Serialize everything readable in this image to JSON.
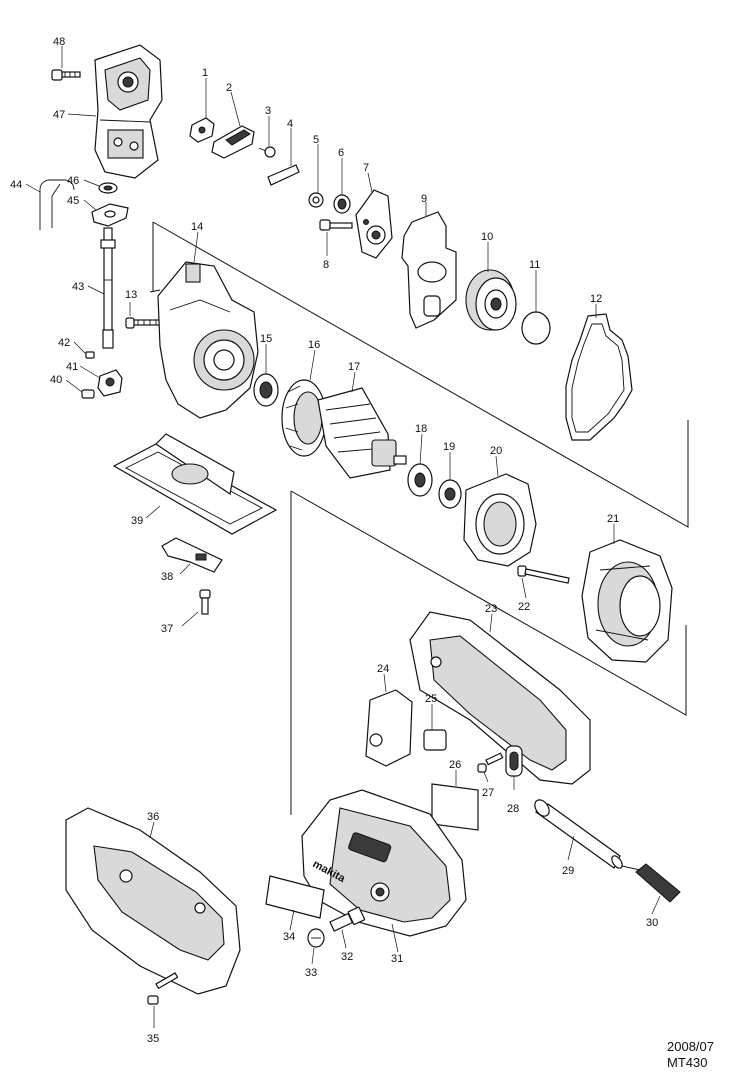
{
  "callouts": [
    "48",
    "47",
    "1",
    "2",
    "3",
    "4",
    "5",
    "6",
    "7",
    "8",
    "9",
    "10",
    "11",
    "12",
    "44",
    "46",
    "45",
    "14",
    "13",
    "43",
    "15",
    "16",
    "17",
    "42",
    "41",
    "40",
    "18",
    "19",
    "20",
    "21",
    "39",
    "38",
    "22",
    "37",
    "23",
    "24",
    "25",
    "26",
    "27",
    "28",
    "36",
    "29",
    "30",
    "34",
    "33",
    "32",
    "31",
    "35"
  ],
  "footer": {
    "date": "2008/07",
    "model": "MT430"
  },
  "logo_text": "makita"
}
